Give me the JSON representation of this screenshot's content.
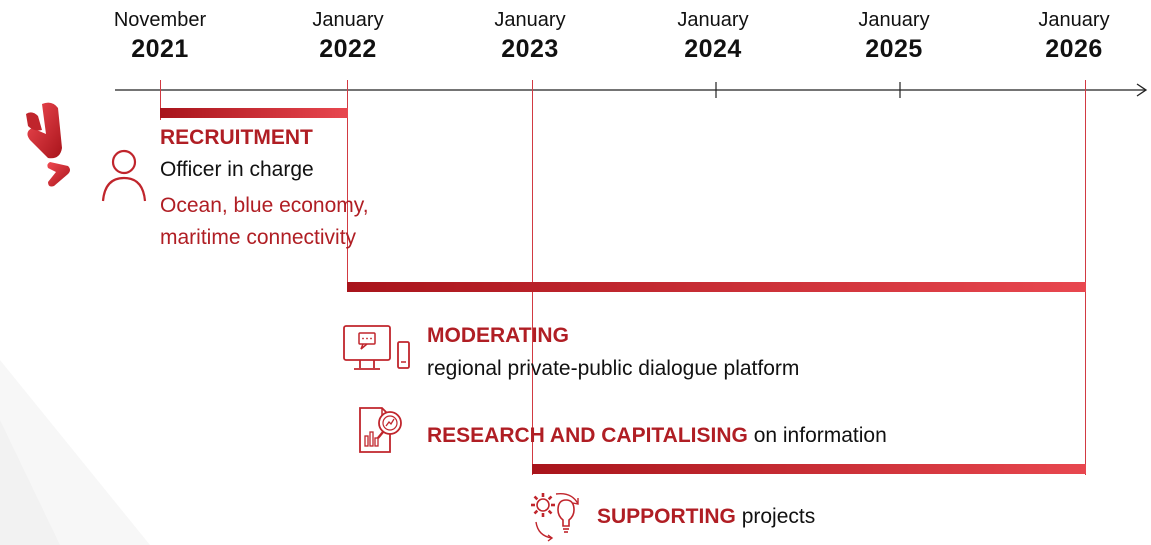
{
  "timeline": {
    "ticks": [
      {
        "month": "November",
        "year": "2021"
      },
      {
        "month": "January",
        "year": "2022"
      },
      {
        "month": "January",
        "year": "2023"
      },
      {
        "month": "January",
        "year": "2024"
      },
      {
        "month": "January",
        "year": "2025"
      },
      {
        "month": "January",
        "year": "2026"
      }
    ]
  },
  "recruitment": {
    "title": "RECRUITMENT",
    "role": "Officer in charge",
    "focus_line1": "Ocean, blue economy,",
    "focus_line2": "maritime connectivity"
  },
  "moderating": {
    "title": "MODERATING",
    "description": "regional private-public dialogue platform"
  },
  "research": {
    "title": "RESEARCH AND CAPITALISING",
    "suffix": "on information"
  },
  "supporting": {
    "title": "SUPPORTING",
    "suffix": "projects"
  },
  "colors": {
    "accent_red": "#b01e24",
    "bar_light": "#e8474f",
    "bar_dark": "#a8141b"
  },
  "icons": [
    "brand-logo-icon",
    "person-icon",
    "monitor-chat-icon",
    "document-magnifier-icon",
    "gear-bulb-icon"
  ]
}
